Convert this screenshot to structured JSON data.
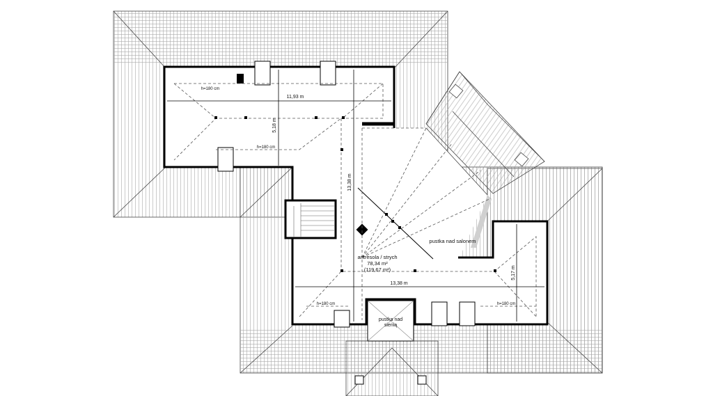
{
  "dimensions": {
    "top_width": "11,93 m",
    "top_depth": "5,18 m",
    "central_depth": "13,38 m",
    "bottom_width": "13,38 m",
    "right_depth": "5,17 m"
  },
  "height_marks": {
    "top_left": "h=180 cm",
    "top_mid": "h=180 cm",
    "bottom_left": "h=180 cm",
    "bottom_right": "h=180 cm"
  },
  "rooms": {
    "attic": {
      "name": "antresola / strych",
      "area": "78,34 m²",
      "area_gross": "(119,67 m²)"
    },
    "void_salon": "pustka nad salonem",
    "void_hall_line1": "pustka nad",
    "void_hall_line2": "sienią"
  },
  "colors": {
    "wall": "#000000",
    "roof_hatch": "#9a9a9a",
    "dash": "#555555",
    "void_shade": "#d0d0d0"
  }
}
